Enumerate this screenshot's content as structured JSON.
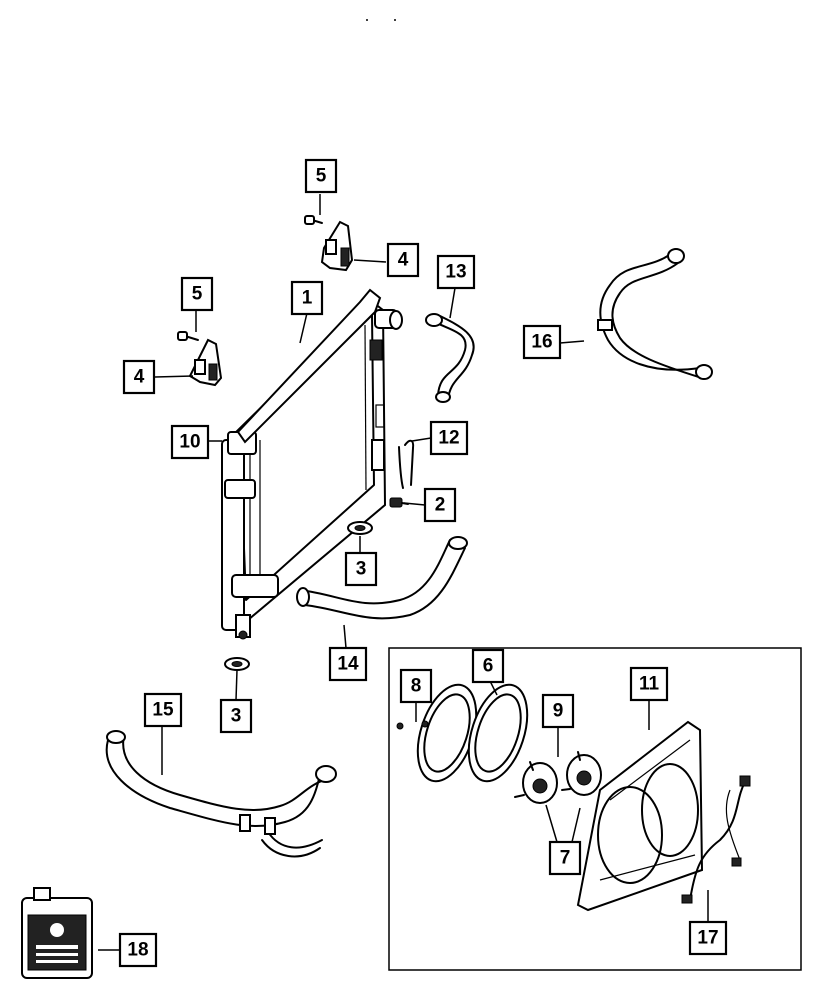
{
  "callouts": [
    {
      "id": "c5a",
      "label": "5"
    },
    {
      "id": "c4a",
      "label": "4"
    },
    {
      "id": "c5b",
      "label": "5"
    },
    {
      "id": "c4b",
      "label": "4"
    },
    {
      "id": "c1",
      "label": "1"
    },
    {
      "id": "c13",
      "label": "13"
    },
    {
      "id": "c16",
      "label": "16"
    },
    {
      "id": "c10",
      "label": "10"
    },
    {
      "id": "c12",
      "label": "12"
    },
    {
      "id": "c2",
      "label": "2"
    },
    {
      "id": "c3a",
      "label": "3"
    },
    {
      "id": "c14",
      "label": "14"
    },
    {
      "id": "c3b",
      "label": "3"
    },
    {
      "id": "c15",
      "label": "15"
    },
    {
      "id": "c8",
      "label": "8"
    },
    {
      "id": "c6",
      "label": "6"
    },
    {
      "id": "c9",
      "label": "9"
    },
    {
      "id": "c11",
      "label": "11"
    },
    {
      "id": "c7",
      "label": "7"
    },
    {
      "id": "c17",
      "label": "17"
    },
    {
      "id": "c18",
      "label": "18"
    }
  ],
  "parts": {
    "radiator": "radiator",
    "bracket_upper": "bracket",
    "bracket_lower": "bracket",
    "bolt": "bolt",
    "upper_hose": "upper-radiator-hose",
    "lower_hose": "lower-radiator-hose",
    "reservoir_hose": "reservoir-hose",
    "inlet_hose": "inlet-hose",
    "fan_module": "fan-module",
    "coolant_jug": "coolant-jug"
  }
}
